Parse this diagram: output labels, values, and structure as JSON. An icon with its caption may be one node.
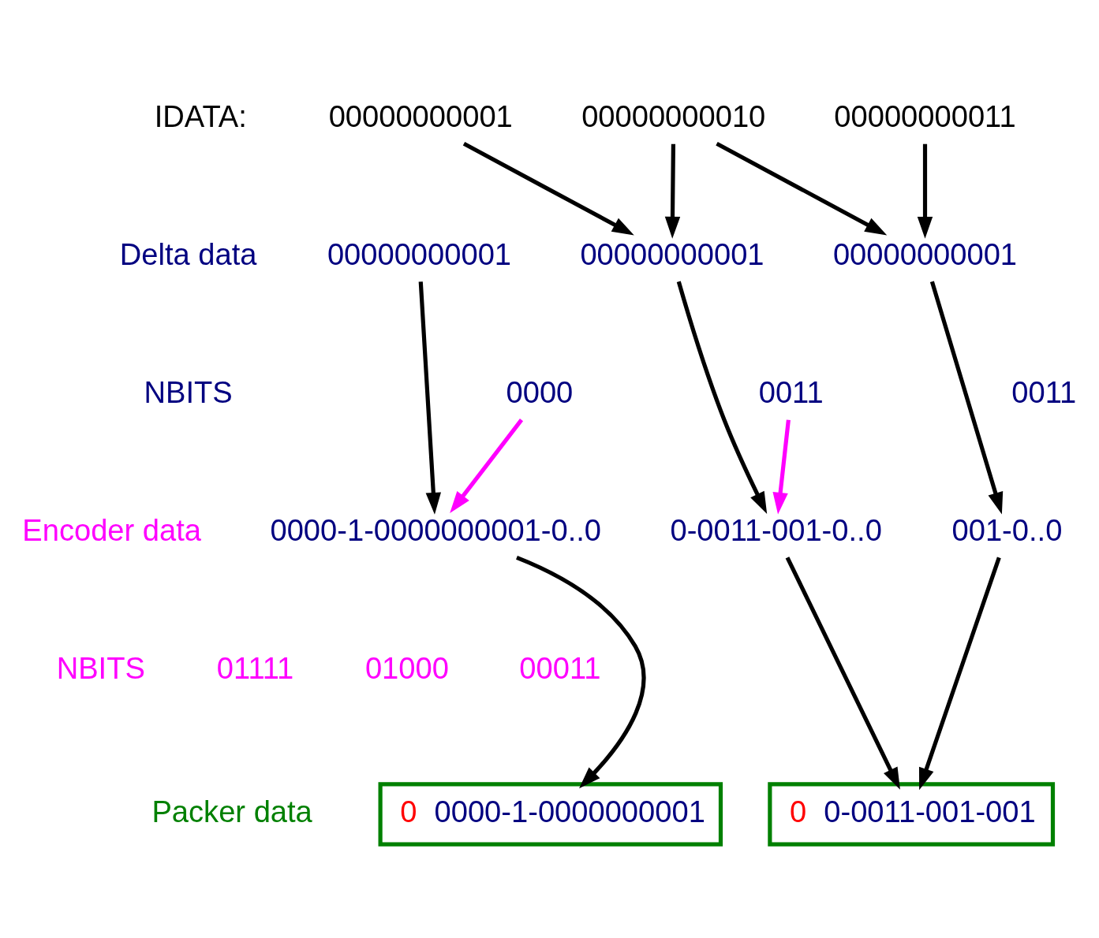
{
  "diagram": {
    "nodes": [
      {
        "text": [
          "00000000001"
        ]
      },
      {
        "text": [
          "00000000010"
        ]
      },
      {
        "text": [
          "00000000011"
        ]
      },
      {
        "text": [
          "00000000001"
        ]
      },
      {
        "text": [
          "00000000001"
        ]
      },
      {
        "text": [
          "00000000001"
        ]
      },
      {
        "text": [
          "0000"
        ]
      },
      {
        "text": [
          "0011"
        ]
      },
      {
        "text": [
          "0011"
        ]
      },
      {
        "text": [
          "0000-1-0000000001-0..0"
        ]
      },
      {
        "text": [
          "0-0011-001-0..0"
        ]
      },
      {
        "text": [
          "001-0..0"
        ]
      },
      {
        "text": [
          "0",
          "0000-1-0000000001"
        ]
      },
      {
        "text": [
          "0",
          "0-0011-001-001"
        ]
      }
    ],
    "edges": [
      {
        "from": 0,
        "to": 4,
        "arrow": "to"
      },
      {
        "from": 1,
        "to": 4,
        "arrow": "to"
      },
      {
        "from": 1,
        "to": 5,
        "arrow": "to"
      },
      {
        "from": 2,
        "to": 5,
        "arrow": "to"
      },
      {
        "from": 6,
        "to": 9,
        "arrow": "to",
        "color": "#ff00ff"
      },
      {
        "from": 3,
        "to": 9,
        "arrow": "to"
      },
      {
        "from": 7,
        "to": 10,
        "arrow": "to",
        "color": "#ff00ff"
      },
      {
        "from": 4,
        "to": 10,
        "arrow": "to"
      },
      {
        "from": 5,
        "to": 11,
        "arrow": "to"
      },
      {
        "from": 9,
        "to": 12,
        "arrow": "to"
      },
      {
        "from": 10,
        "to": 13,
        "arrow": "to"
      },
      {
        "from": 11,
        "to": 13,
        "arrow": "to"
      }
    ],
    "labels": [
      "IDATA:",
      "Delta data",
      "NBITS",
      "Encoder data",
      "NBITS",
      "01111",
      "01000",
      "00011",
      "Packer data"
    ]
  }
}
